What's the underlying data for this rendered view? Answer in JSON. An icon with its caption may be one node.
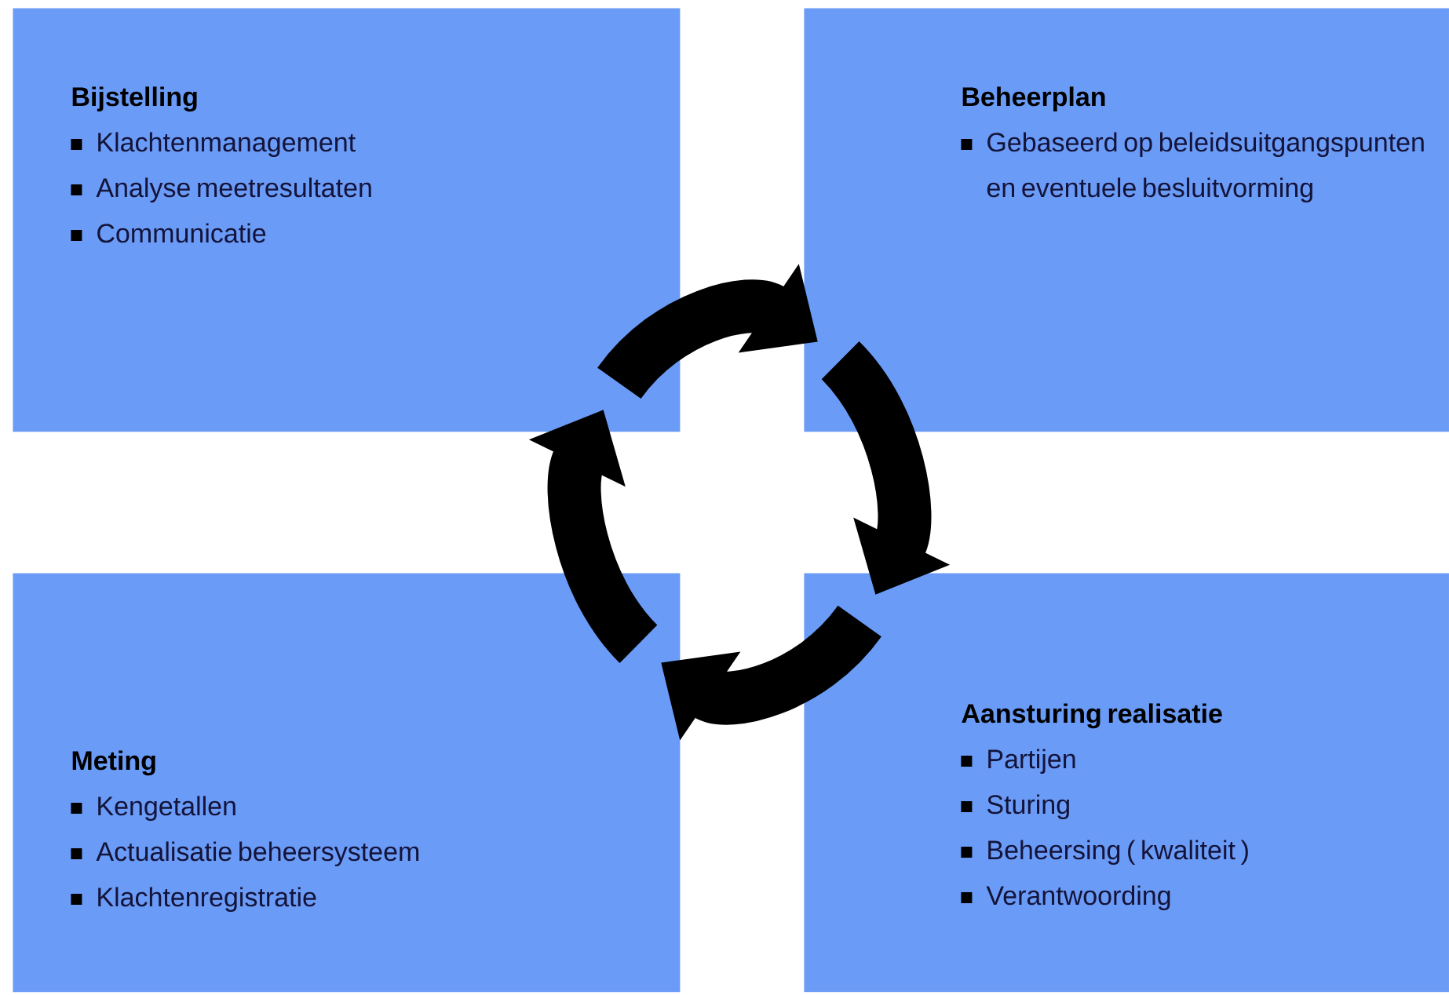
{
  "diagram": {
    "nodes": [
      {
        "text": [
          "Bijstelling",
          "Klachtenmanagement",
          "Analyse meetresultaten",
          "Communicatie"
        ]
      },
      {
        "text": [
          "Beheerplan",
          "Gebaseerd op beleidsuitgangspunten en eventuele besluitvorming"
        ]
      },
      {
        "text": [
          "Meting",
          "Kengetallen",
          "Actualisatie beheersysteem",
          "Klachtenregistratie"
        ]
      },
      {
        "text": [
          "Aansturing realisatie",
          "Partijen",
          "Sturing",
          "Beheersing ( kwaliteit )",
          "Verantwoording"
        ]
      }
    ],
    "edges": [
      {
        "from": 0,
        "to": 1,
        "arrow": "to"
      },
      {
        "from": 1,
        "to": 3,
        "arrow": "to"
      },
      {
        "from": 3,
        "to": 2,
        "arrow": "to"
      },
      {
        "from": 2,
        "to": 0,
        "arrow": "to"
      }
    ]
  }
}
